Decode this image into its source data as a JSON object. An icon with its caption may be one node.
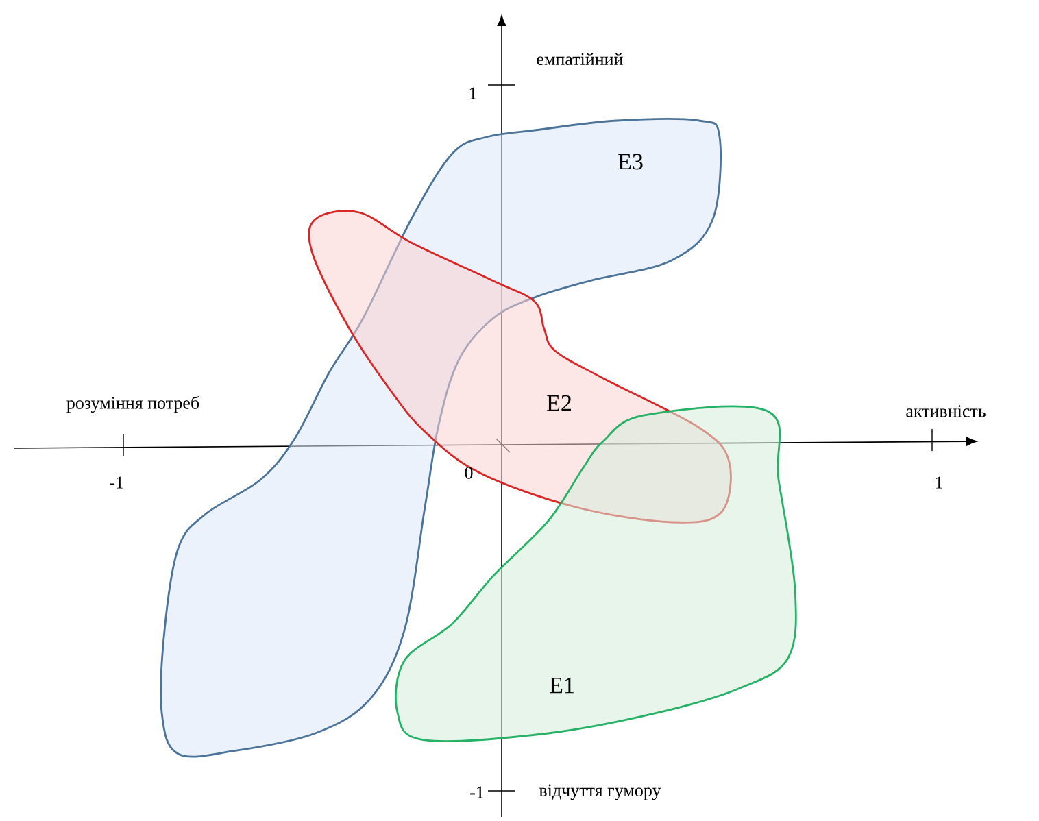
{
  "diagram": {
    "nodes": [
      {
        "text": [
          "E3"
        ]
      },
      {
        "text": [
          "E2"
        ]
      },
      {
        "text": [
          "E1"
        ]
      }
    ],
    "labels": [
      "емпатійний",
      "1",
      "розуміння потреб",
      "активність",
      "-1",
      "0",
      "1",
      "-1",
      "відчуття гумору"
    ]
  }
}
